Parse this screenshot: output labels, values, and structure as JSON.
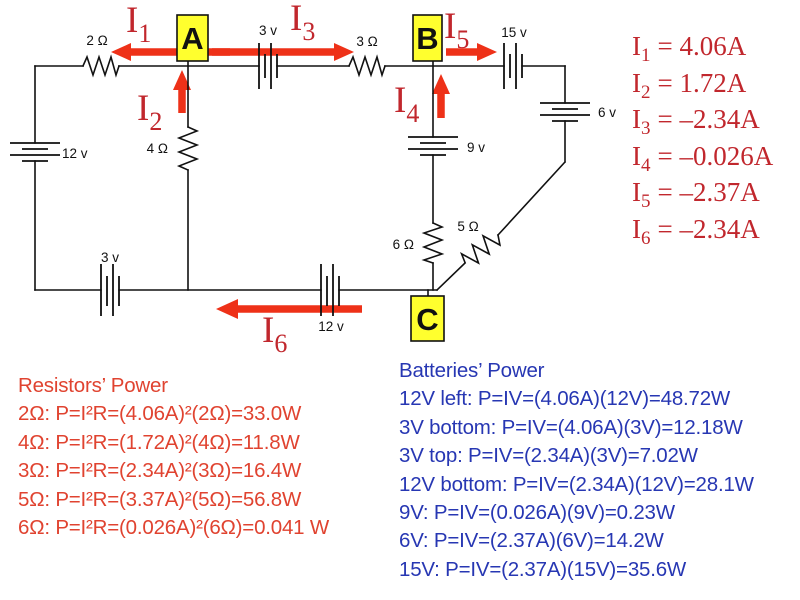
{
  "diagram": {
    "node_labels": {
      "a": "A",
      "b": "B",
      "c": "C"
    },
    "component_labels": {
      "r2": "2 Ω",
      "r3": "3 Ω",
      "r4": "4 Ω",
      "r5": "5 Ω",
      "r6": "6 Ω",
      "bat12_left": "12 v",
      "bat3_top": "3 v",
      "bat15": "15 v",
      "bat6": "6 v",
      "bat9": "9 v",
      "bat3_bottom": "3 v",
      "bat12_bottom": "12 v"
    },
    "current_arrows": [
      {
        "sym": "I",
        "sub": "1"
      },
      {
        "sym": "I",
        "sub": "2"
      },
      {
        "sym": "I",
        "sub": "3"
      },
      {
        "sym": "I",
        "sub": "4"
      },
      {
        "sym": "I",
        "sub": "5"
      },
      {
        "sym": "I",
        "sub": "6"
      }
    ]
  },
  "current_values": [
    {
      "sym": "I",
      "sub": "1",
      "eq": "= 4.06A"
    },
    {
      "sym": "I",
      "sub": "2",
      "eq": "= 1.72A"
    },
    {
      "sym": "I",
      "sub": "3",
      "eq": "= –2.34A"
    },
    {
      "sym": "I",
      "sub": "4",
      "eq": "= –0.026A"
    },
    {
      "sym": "I",
      "sub": "5",
      "eq": "= –2.37A"
    },
    {
      "sym": "I",
      "sub": "6",
      "eq": "= –2.34A"
    }
  ],
  "resistors_power": {
    "title": "Resistors’ Power",
    "lines": [
      "2Ω: P=I²R=(4.06A)²(2Ω)=33.0W",
      "4Ω: P=I²R=(1.72A)²(4Ω)=11.8W",
      "3Ω: P=I²R=(2.34A)²(3Ω)=16.4W",
      "5Ω: P=I²R=(3.37A)²(5Ω)=56.8W",
      "6Ω: P=I²R=(0.026A)²(6Ω)=0.041 W"
    ]
  },
  "batteries_power": {
    "title": "Batteries’ Power",
    "lines": [
      "12V left: P=IV=(4.06A)(12V)=48.72W",
      "3V bottom: P=IV=(4.06A)(3V)=12.18W",
      "3V top: P=IV=(2.34A)(3V)=7.02W",
      "12V bottom: P=IV=(2.34A)(12V)=28.1W",
      "9V: P=IV=(0.026A)(9V)=0.23W",
      "6V: P=IV=(2.37A)(6V)=14.2W",
      "15V: P=IV=(2.37A)(15V)=35.6W"
    ]
  },
  "colors": {
    "arrow_red": "#ee3118",
    "current_text_red": "#c1272d",
    "resistor_power_red": "#e04330",
    "battery_power_blue": "#2737b3",
    "node_fill_yellow": "#ffff2e",
    "wire_black": "#111111"
  }
}
